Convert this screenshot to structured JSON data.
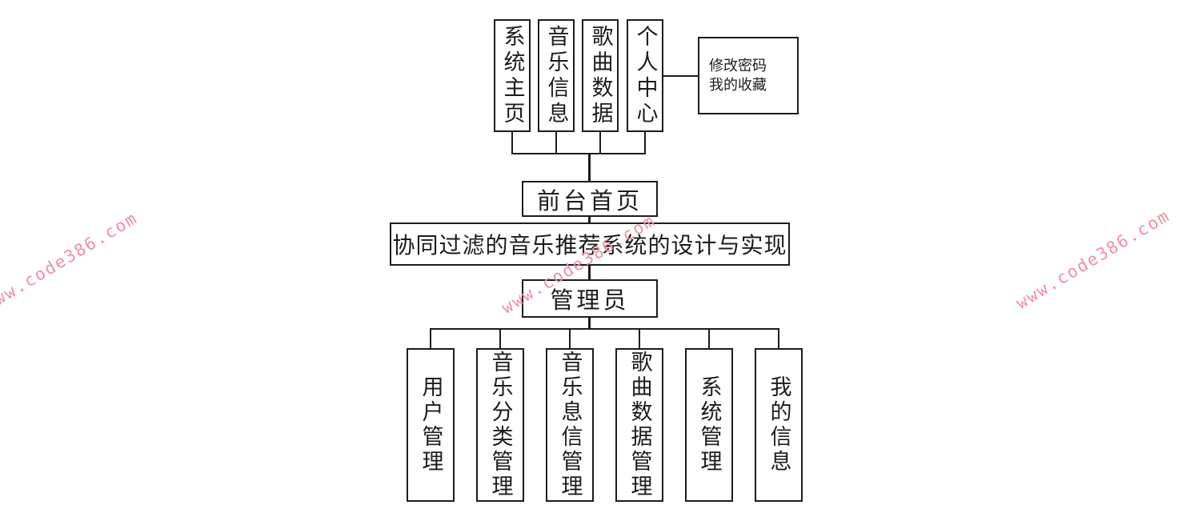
{
  "diagram": {
    "title": "协同过滤的音乐推荐系统的设计与实现",
    "front": {
      "label": "前台首页",
      "modules": [
        "系统主页",
        "音乐信息",
        "歌曲数据",
        "个人中心"
      ],
      "personal_center_items": [
        "修改密码",
        "我的收藏"
      ]
    },
    "admin": {
      "label": "管理员",
      "modules": [
        "用户管理",
        "音乐分类管理",
        "音乐息信管理",
        "歌曲数据管理",
        "系统管理",
        "我的信息"
      ]
    }
  },
  "watermark": {
    "text": "www.code386.com",
    "color": "#ee8fa4"
  },
  "colors": {
    "background": "#ffffff",
    "line": "#1c1c1c",
    "box_background": "#ffffff"
  }
}
